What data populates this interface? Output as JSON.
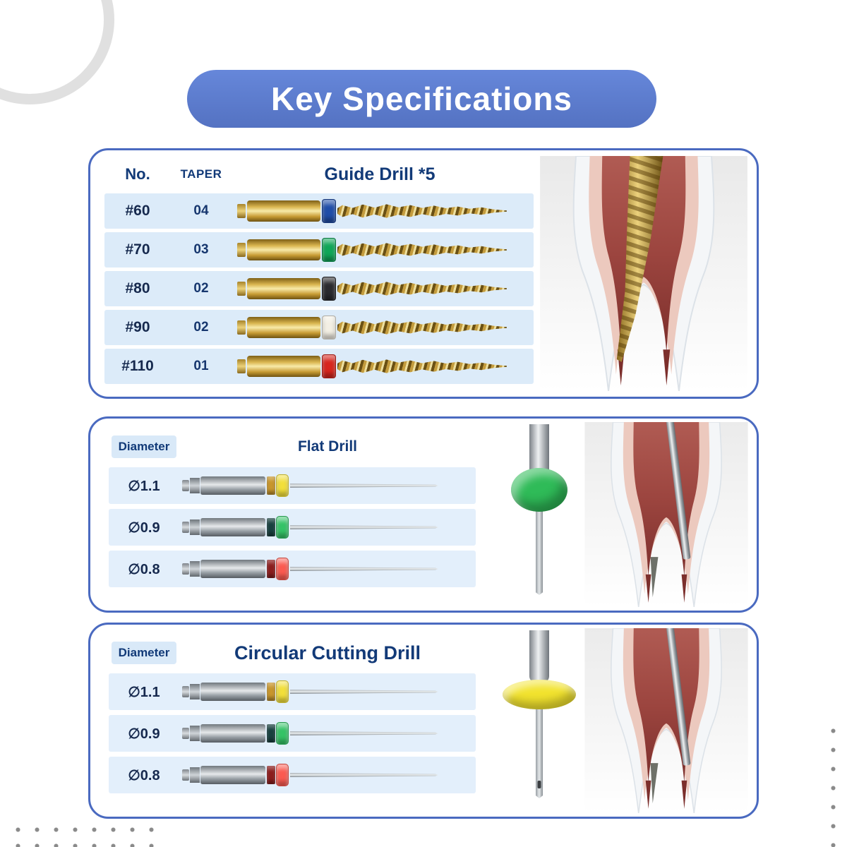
{
  "page": {
    "title": "Key Specifications"
  },
  "theme": {
    "banner_bg": "#5b79c9",
    "panel_border": "#4a6ac0",
    "header_text": "#123a78",
    "row_bg": "#dcebf9"
  },
  "guide_drill_panel": {
    "columns": {
      "no": "No.",
      "taper": "TAPER",
      "drill": "Guide Drill *5"
    },
    "rows": [
      {
        "no": "#60",
        "taper": "04",
        "ring_color": "#1f4da8"
      },
      {
        "no": "#70",
        "taper": "03",
        "ring_color": "#0fa658"
      },
      {
        "no": "#80",
        "taper": "02",
        "ring_color": "#2a2a2e"
      },
      {
        "no": "#90",
        "taper": "02",
        "ring_color": "#f3efe4"
      },
      {
        "no": "#110",
        "taper": "01",
        "ring_color": "#d8261d"
      }
    ]
  },
  "flat_drill_panel": {
    "columns": {
      "diameter": "Diameter",
      "drill": "Flat Drill"
    },
    "collar_color": "#2fbb58",
    "rows": [
      {
        "diameter": "∅1.1",
        "band_color": "#c8962c",
        "ring_color": "#f2df3a"
      },
      {
        "diameter": "∅0.9",
        "band_color": "#18403f",
        "ring_color": "#34c366"
      },
      {
        "diameter": "∅0.8",
        "band_color": "#8c1d1d",
        "ring_color": "#fb5a50"
      }
    ]
  },
  "circular_drill_panel": {
    "columns": {
      "diameter": "Diameter",
      "drill": "Circular Cutting Drill"
    },
    "collar_color": "#f2e32e",
    "rows": [
      {
        "diameter": "∅1.1",
        "band_color": "#c8962c",
        "ring_color": "#f2df3a"
      },
      {
        "diameter": "∅0.9",
        "band_color": "#18403f",
        "ring_color": "#34c366"
      },
      {
        "diameter": "∅0.8",
        "band_color": "#8c1d1d",
        "ring_color": "#fb5a50"
      }
    ]
  }
}
